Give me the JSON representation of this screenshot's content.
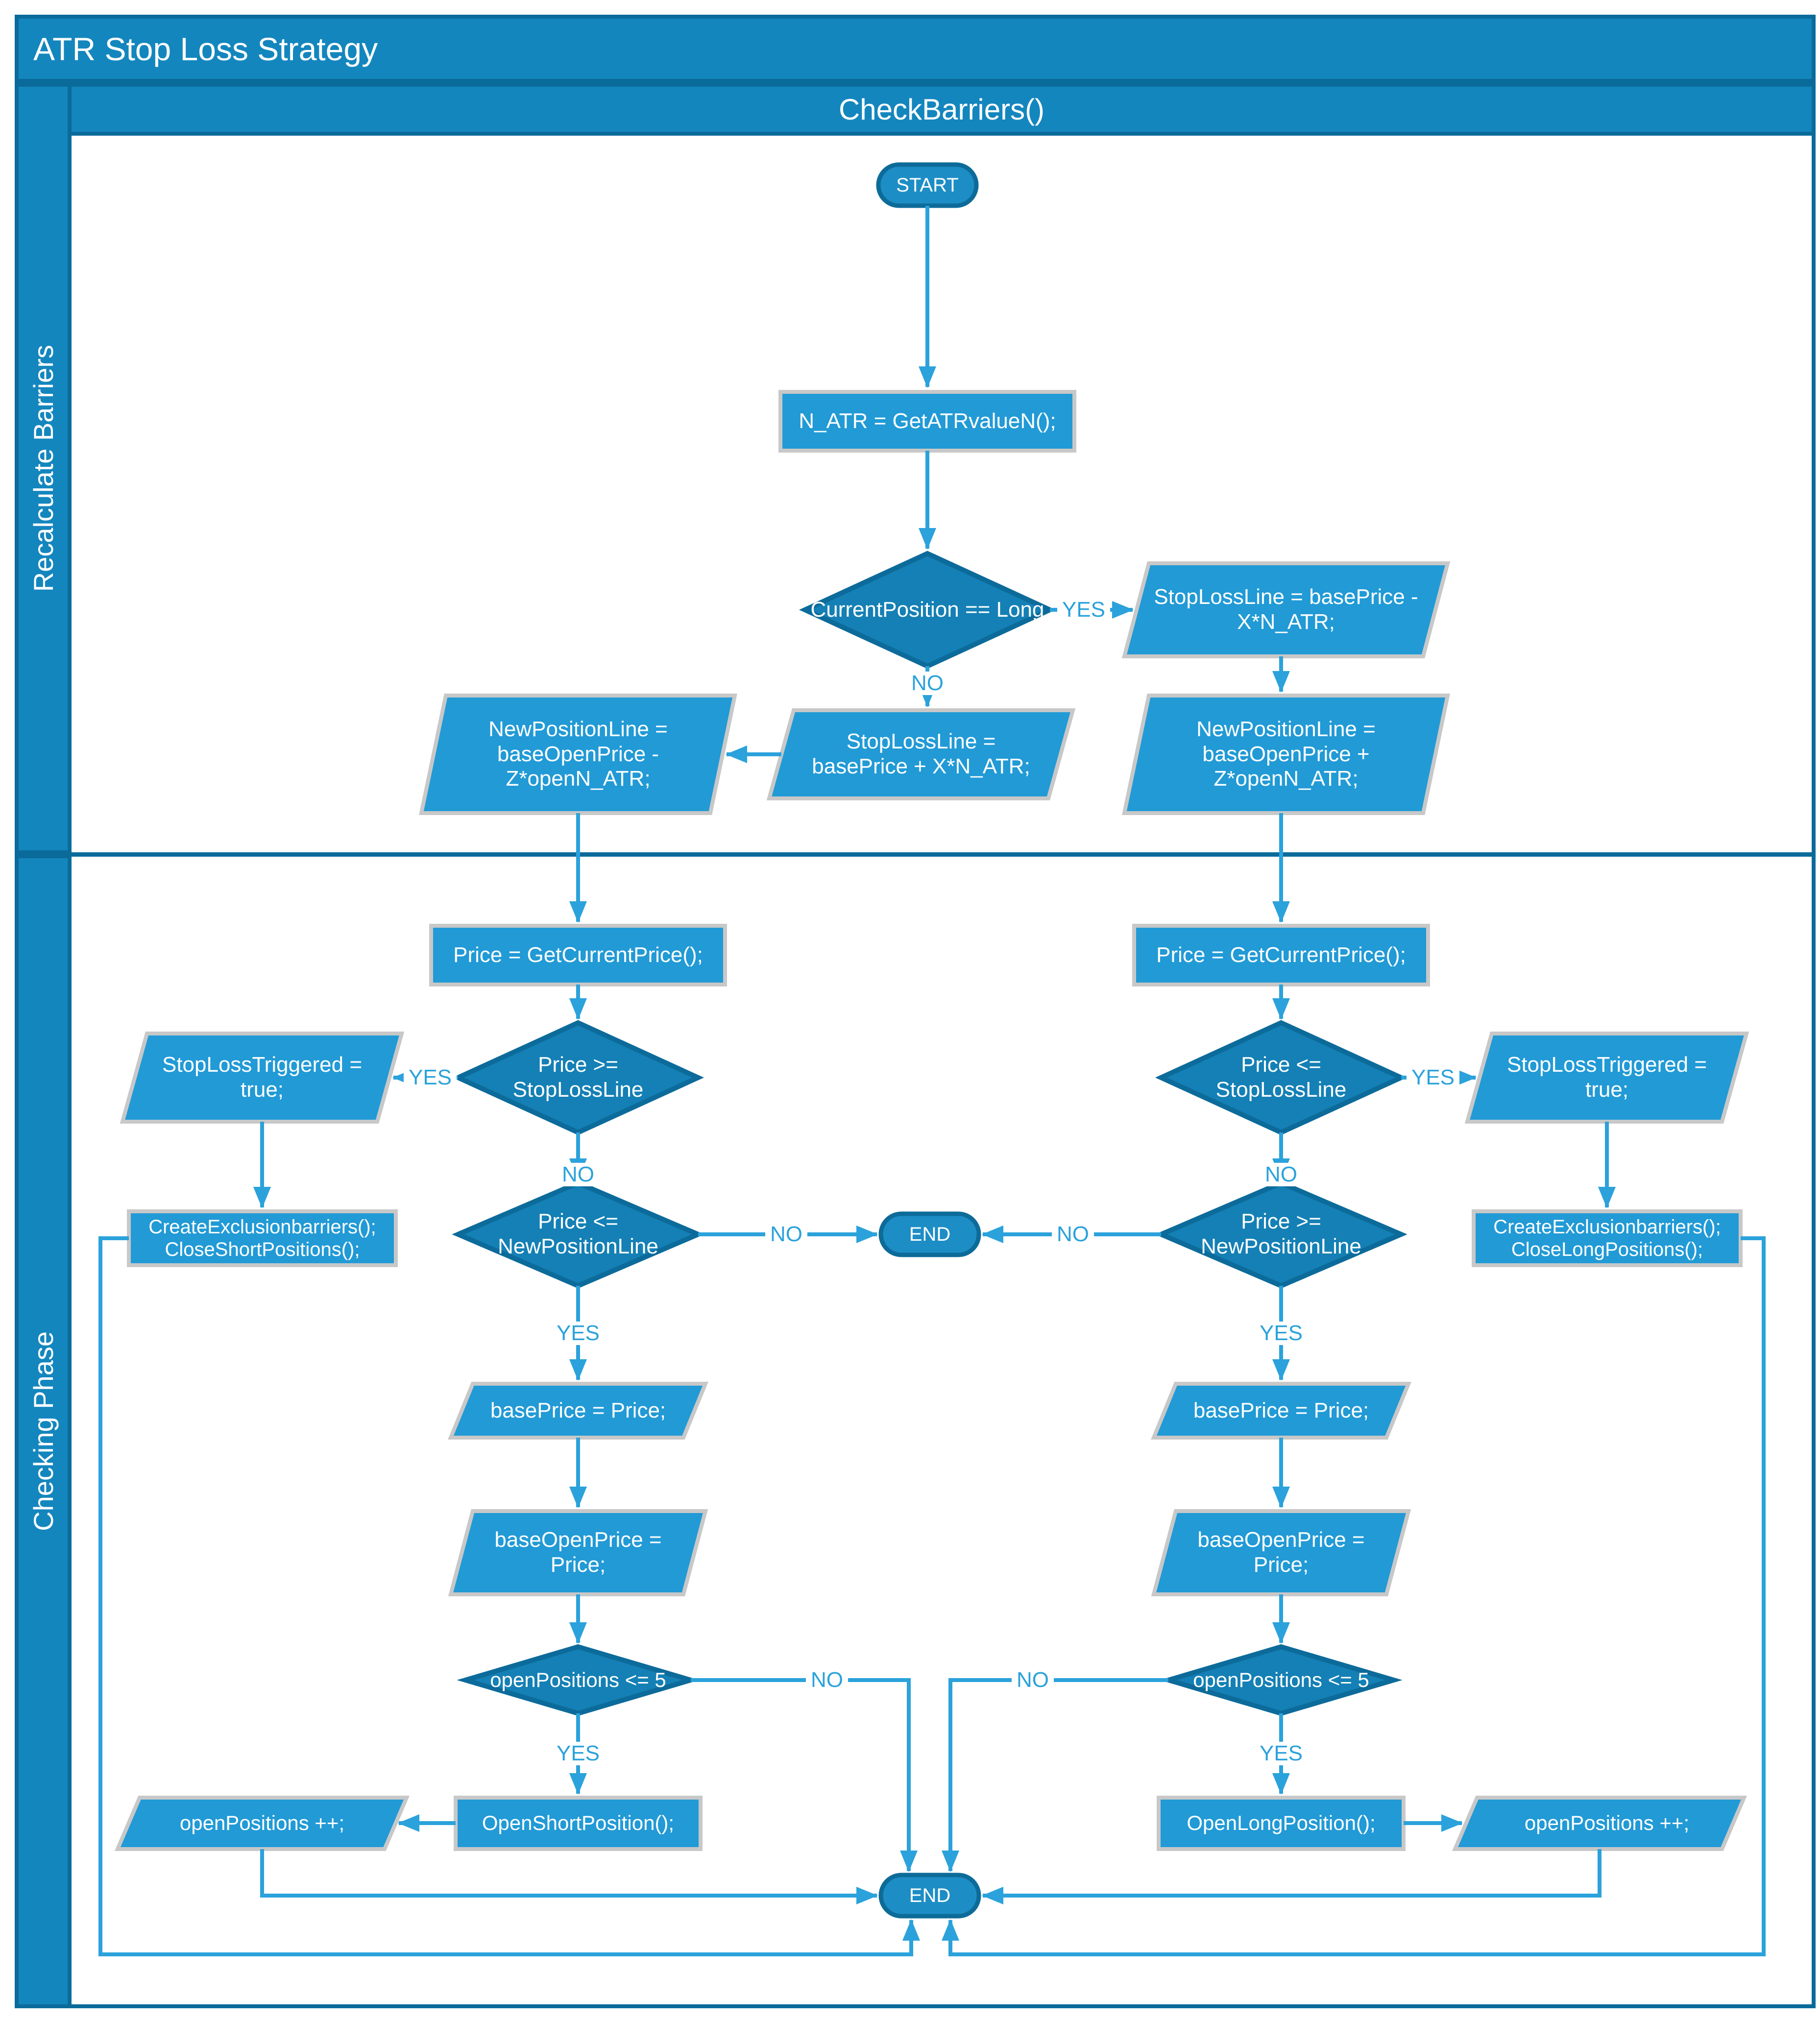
{
  "window": {
    "title": "ATR Stop Loss Strategy"
  },
  "header": {
    "function_name": "CheckBarriers()"
  },
  "lanes": {
    "recalculate": "Recalculate Barriers",
    "checking": "Checking Phase"
  },
  "edge_labels": {
    "yes": "YES",
    "no": "NO"
  },
  "nodes": {
    "start": "START",
    "get_atr": "N_ATR = GetATRvalueN();",
    "current_position_check": "CurrentPosition == Long",
    "stop_loss_long": "StopLossLine = basePrice - X*N_ATR;",
    "new_position_long": "NewPositionLine = baseOpenPrice + Z*openN_ATR;",
    "stop_loss_short": "StopLossLine = basePrice + X*N_ATR;",
    "new_position_short": "NewPositionLine = baseOpenPrice - Z*openN_ATR;",
    "get_price_short": "Price = GetCurrentPrice();",
    "get_price_long": "Price = GetCurrentPrice();",
    "price_ge_stoploss": "Price >= StopLossLine",
    "price_le_stoploss": "Price <= StopLossLine",
    "stoploss_triggered_short": "StopLossTriggered = true;",
    "stoploss_triggered_long": "StopLossTriggered = true;",
    "close_short": "CreateExclusionbarriers(); CloseShortPositions();",
    "close_long": "CreateExclusionbarriers(); CloseLongPositions();",
    "price_le_newposition": "Price <= NewPositionLine",
    "price_ge_newposition": "Price >= NewPositionLine",
    "end_mid": "END",
    "base_price_short": "basePrice = Price;",
    "base_price_long": "basePrice = Price;",
    "base_open_price_short": "baseOpenPrice = Price;",
    "base_open_price_long": "baseOpenPrice = Price;",
    "open_positions_check_short": "openPositions <= 5",
    "open_positions_check_long": "openPositions <= 5",
    "open_short_position": "OpenShortPosition();",
    "open_long_position": "OpenLongPosition();",
    "increment_short": "openPositions ++;",
    "increment_long": "openPositions ++;",
    "end_bottom": "END"
  },
  "colors": {
    "header_blue": "#1486BE",
    "frame_blue": "#0A6B9A",
    "process_blue": "#219AD6",
    "diamond_blue": "#1480B5",
    "terminal_blue": "#1D8DC5",
    "connector_blue": "#2BA2DB",
    "shape_border_gray": "#C8C8C8"
  }
}
